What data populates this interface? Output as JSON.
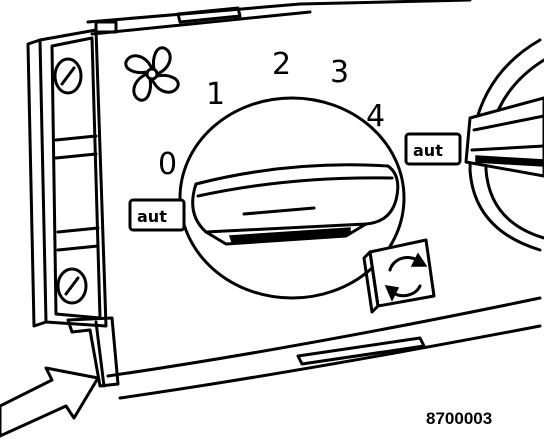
{
  "figure_number": "8700003",
  "fan_speed_dial": {
    "positions": [
      "0",
      "1",
      "2",
      "3",
      "4"
    ]
  },
  "air_direction_labels": {
    "left": "aut",
    "right": "aut"
  },
  "icons": {
    "fan": "fan-icon",
    "recirculation": "recirculation-icon",
    "pointer": "pointer-arrow-icon",
    "screw": "screw-icon"
  },
  "colors": {
    "ink": "#000000",
    "paper": "#ffffff"
  }
}
